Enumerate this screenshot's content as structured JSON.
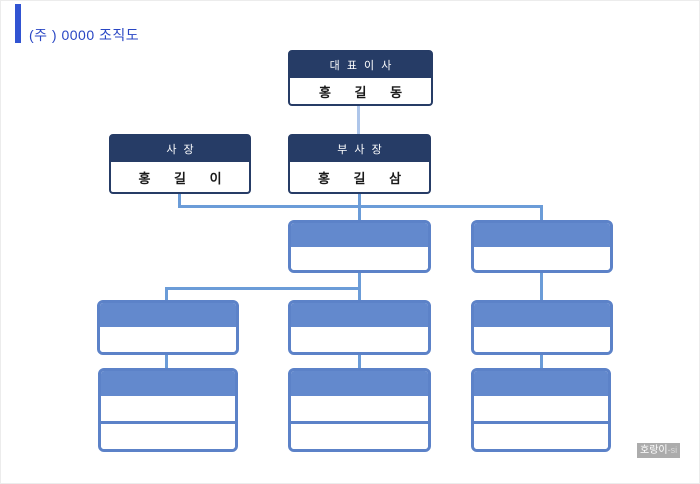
{
  "title": {
    "text": "(주 ) 0000 조직도",
    "text_color": "#2946c4",
    "accent_bar_color": "#3154d2"
  },
  "colors": {
    "navy_box": "#263c66",
    "blue_box_fill": "#6389cd",
    "blue_box_border": "#5c82c8",
    "connector": "#6b9cd8",
    "connector_light": "#aec6ea",
    "background": "#ffffff"
  },
  "org_chart": {
    "ceo": {
      "title": "대 표 이 사",
      "name": "홍 길 동"
    },
    "president": {
      "title": "사 장",
      "name": "홍 길 이"
    },
    "vice_president": {
      "title": "부 사 장",
      "name": "홍 길 삼"
    }
  },
  "watermark": {
    "text": "호랑이",
    "suffix": "-si"
  }
}
